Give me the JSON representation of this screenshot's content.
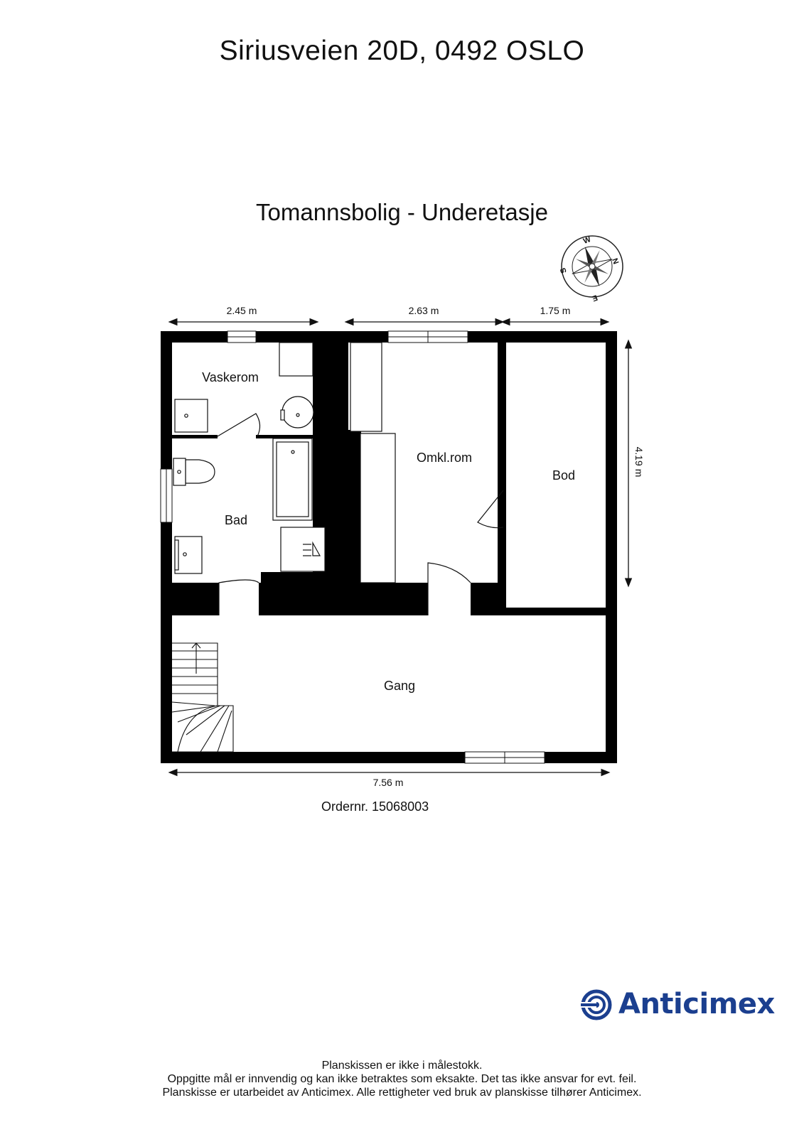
{
  "header": {
    "address": "Siriusveien 20D, 0492 OSLO",
    "plan_title": "Tomannsbolig - Underetasje"
  },
  "compass": {
    "labels": [
      "W",
      "N",
      "E",
      "S"
    ]
  },
  "dimensions": {
    "top_left": "2.45 m",
    "top_middle": "2.63 m",
    "top_right": "1.75 m",
    "right_side": "4.19 m",
    "bottom": "7.56 m"
  },
  "rooms": {
    "vaskerom": "Vaskerom",
    "bad": "Bad",
    "omkl_rom": "Omkl.rom",
    "bod": "Bod",
    "gang": "Gang"
  },
  "order_number": "Ordernr. 15068003",
  "logo": {
    "name": "Anticimex",
    "brand_color": "#1b3f8f"
  },
  "footer": {
    "line1": "Planskissen er ikke i målestokk.",
    "line2": "Oppgitte mål er innvendig og kan ikke betraktes som eksakte. Det tas ikke ansvar for evt. feil.",
    "line3": "Planskisse er utarbeidet av Anticimex. Alle rettigheter ved bruk av planskisse tilhører Anticimex."
  }
}
